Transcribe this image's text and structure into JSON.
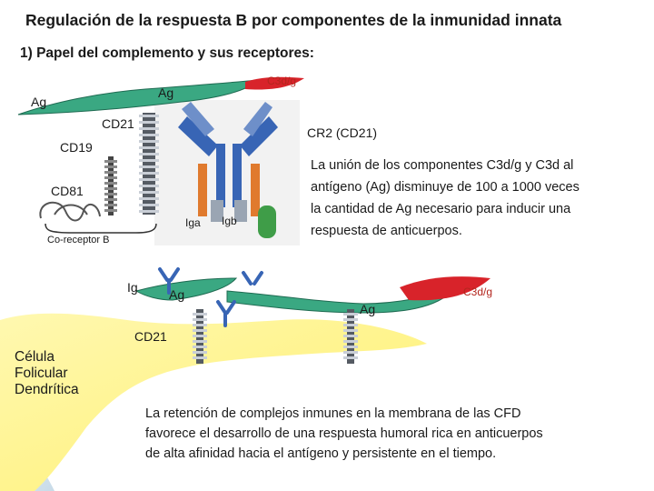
{
  "title": "Regulación de la respuesta B por componentes de la inmunidad innata",
  "subtitle": "1) Papel del complemento y sus receptores:",
  "labels": {
    "c3dg_top": "C3d/g",
    "ag_top_left": "Ag",
    "ag_top_mid": "Ag",
    "cd21_top": "CD21",
    "cr2": "CR2 (CD21)",
    "cd19": "CD19",
    "cd81": "CD81",
    "iga": "Iga",
    "igb": "Igb",
    "coreceptor": "Co-receptor B",
    "ig_bottom": "Ig",
    "ag_bottom_left": "Ag",
    "ag_bottom_right": "Ag",
    "c3dg_bottom": "C3d/g",
    "cd21_bottom": "CD21",
    "cell_line1": "Célula",
    "cell_line2": "Folicular",
    "cell_line3": "Dendrítica"
  },
  "paragraph1": {
    "line1": "La unión de los componentes C3d/g y C3d al",
    "line2": "antígeno (Ag) disminuye de 100 a 1000 veces",
    "line3": "la cantidad de Ag necesario para inducir una",
    "line4": "respuesta de anticuerpos."
  },
  "paragraph2": {
    "line1": "La retención de complejos inmunes en la membrana de las CFD",
    "line2": "favorece el desarrollo de una respuesta humoral rica en anticuerpos",
    "line3": "de alta afinidad hacia el antígeno y persistente en el tiempo."
  },
  "colors": {
    "antigen": "#3aa882",
    "c3dg": "#d8232a",
    "cell": "#fff59a",
    "antibody_heavy": "#3865b5",
    "iga": "#e07a2e",
    "igb": "#6e8fc9",
    "green_domain": "#3f9d48",
    "receptor_stalk": "#555b63"
  }
}
